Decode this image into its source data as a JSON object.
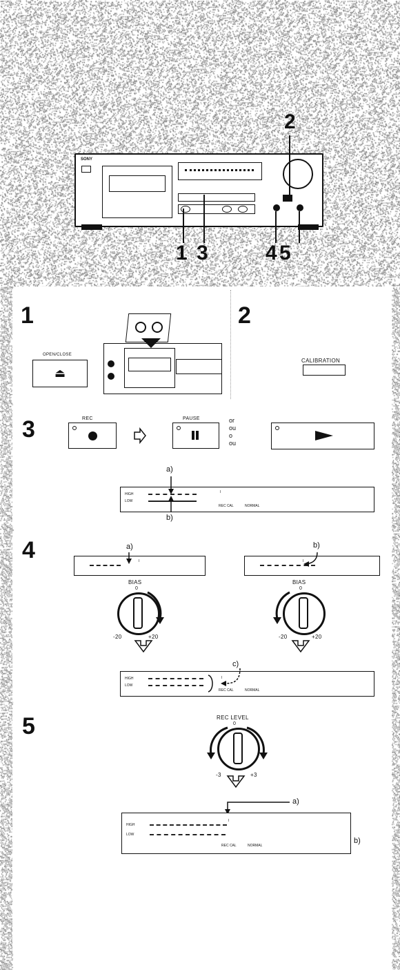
{
  "overview": {
    "callouts": [
      "1",
      "3",
      "4",
      "5"
    ],
    "top_callout": "2",
    "brand": "SONY"
  },
  "step1": {
    "number": "1",
    "button_label": "OPEN/CLOSE",
    "eject_glyph": "⏏"
  },
  "step2": {
    "number": "2",
    "button_label": "CALIBRATION"
  },
  "step3": {
    "number": "3",
    "rec_label": "REC",
    "pause_label": "PAUSE",
    "or_words": [
      "or",
      "ou",
      "o",
      "ou"
    ],
    "annotation_a": "a)",
    "annotation_b": "b)",
    "display": {
      "high": "HIGH",
      "low": "LOW",
      "rec_cal": "REC CAL",
      "normal": "NORMAL"
    }
  },
  "step4": {
    "number": "4",
    "annotation_a": "a)",
    "annotation_b": "b)",
    "annotation_c": "c)",
    "knob_label": "BIAS",
    "knob_zero": "0",
    "knob_min": "-20",
    "knob_max": "+20",
    "display": {
      "high": "HIGH",
      "low": "LOW",
      "rec_cal": "REC CAL",
      "normal": "NORMAL"
    }
  },
  "step5": {
    "number": "5",
    "knob_label": "REC LEVEL",
    "knob_zero": "0",
    "knob_min": "-3",
    "knob_max": "+3",
    "annotation_a": "a)",
    "annotation_b": "b)",
    "display": {
      "high": "HIGH",
      "low": "LOW",
      "rec_cal": "REC CAL",
      "normal": "NORMAL"
    }
  },
  "colors": {
    "ink": "#111111",
    "paper": "#ffffff",
    "speckle": "#555555"
  }
}
